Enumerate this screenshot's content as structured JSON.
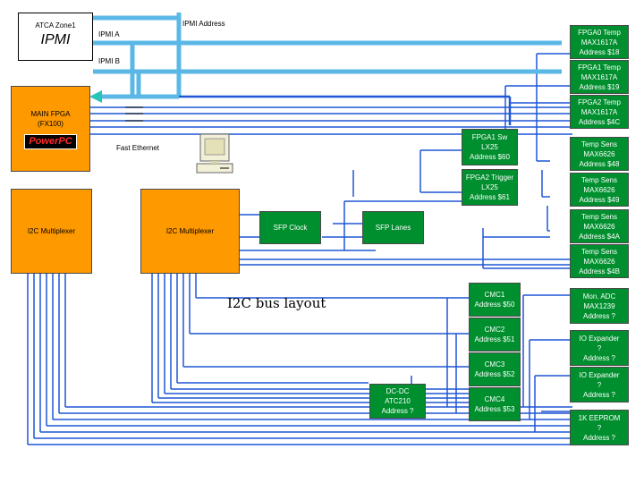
{
  "atca": {
    "line1": "ATCA Zone1",
    "line2": "IPMI"
  },
  "labels": {
    "ipmi_a": "IPMI A",
    "ipmi_b": "IPMI B",
    "ipmi_address": "IPMI Address",
    "fast_ethernet": "Fast Ethernet",
    "diagram_title": "I2C bus layout"
  },
  "main_fpga": {
    "line1": "MAIN FPGA",
    "line2": "(FX100)",
    "logo": "PowerPC"
  },
  "mux_left": "I2C Multiplexer",
  "mux_right": "I2C Multiplexer",
  "sfp_clock": "SFP Clock",
  "sfp_lanes": "SFP Lanes",
  "fpga1_sw": [
    "FPGA1 Sw",
    "LX25",
    "Address $60"
  ],
  "fpga2_trig": [
    "FPGA2 Trigger",
    "LX25",
    "Address $61"
  ],
  "dcdc": [
    "DC-DC",
    "ATC210",
    "Address ?"
  ],
  "cmc": [
    [
      "CMC1",
      "Address $50"
    ],
    [
      "CMC2",
      "Address $51"
    ],
    [
      "CMC3",
      "Address $52"
    ],
    [
      "CMC4",
      "Address $53"
    ]
  ],
  "right_devices": [
    [
      "FPGA0 Temp",
      "MAX1617A",
      "Address $18"
    ],
    [
      "FPGA1 Temp",
      "MAX1617A",
      "Address $19"
    ],
    [
      "FPGA2 Temp",
      "MAX1617A",
      "Address $4C"
    ],
    [
      "Temp Sens",
      "MAX6626",
      "Address $48"
    ],
    [
      "Temp Sens",
      "MAX6626",
      "Address $49"
    ],
    [
      "Temp Sens",
      "MAX6626",
      "Address $4A"
    ],
    [
      "Temp Sens",
      "MAX6626",
      "Address $4B"
    ],
    [
      "Mon. ADC",
      "MAX1239",
      "Address ?"
    ],
    [
      "IO Expander",
      "?",
      "Address ?"
    ],
    [
      "IO Expander",
      "?",
      "Address ?"
    ],
    [
      "1K EEPROM",
      "?",
      "Address ?"
    ]
  ],
  "colors": {
    "bus_line": "#1f56d6",
    "ipmi_bus": "#5bb8e6",
    "ipmi_accent": "#28c4b8",
    "box_blue": "#1f56d6",
    "box_orange": "#ff9900",
    "box_green": "#008f2e"
  }
}
